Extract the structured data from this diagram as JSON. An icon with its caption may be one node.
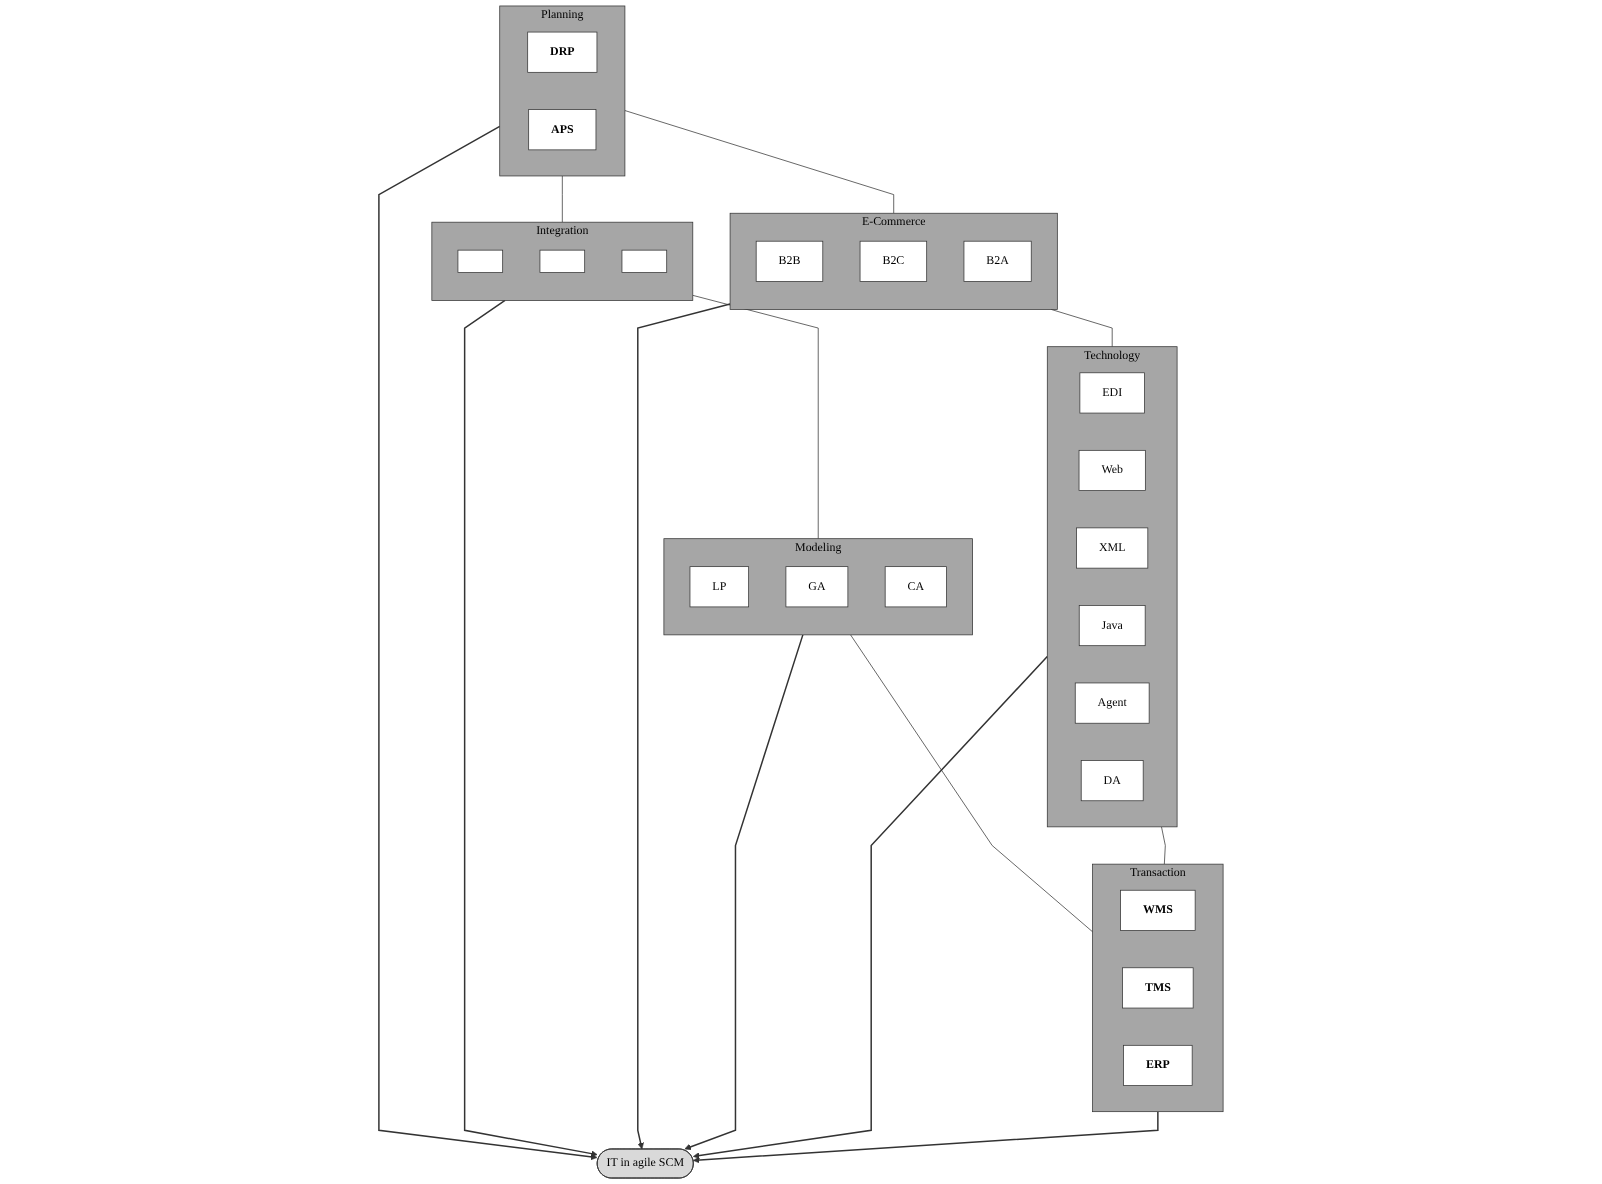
{
  "diagram": {
    "nodes": [
      {
        "text": [
          "Planning"
        ]
      },
      {
        "text": [
          "DRP"
        ],
        "in": 0
      },
      {
        "text": [
          "APS"
        ],
        "in": 0
      },
      {
        "text": [
          "Integration"
        ]
      },
      {
        "text": [],
        "shape": "box",
        "in": 3
      },
      {
        "text": [],
        "shape": "box",
        "in": 3
      },
      {
        "text": [],
        "shape": "box",
        "in": 3
      },
      {
        "text": [
          "E-Commerce"
        ]
      },
      {
        "text": [
          "B2B"
        ],
        "in": 7
      },
      {
        "text": [
          "B2C"
        ],
        "in": 7
      },
      {
        "text": [
          "B2A"
        ],
        "in": 7
      },
      {
        "text": [
          "IT in agile SCM"
        ]
      },
      {
        "text": [
          "Modeling"
        ]
      },
      {
        "text": [
          "LP"
        ],
        "in": 12
      },
      {
        "text": [
          "GA"
        ],
        "in": 12
      },
      {
        "text": [
          "CA"
        ],
        "in": 12
      },
      {
        "text": [
          "Technology"
        ]
      },
      {
        "text": [
          "EDI"
        ],
        "in": 16
      },
      {
        "text": [
          "Web"
        ],
        "in": 16
      },
      {
        "text": [
          "XML"
        ],
        "in": 16
      },
      {
        "text": [
          "Java"
        ],
        "in": 16
      },
      {
        "text": [
          "Agent"
        ],
        "in": 16
      },
      {
        "text": [
          "DA"
        ],
        "in": 16
      },
      {
        "text": [
          "Transaction"
        ]
      },
      {
        "text": [
          "WMS"
        ],
        "in": 23
      },
      {
        "text": [
          "TMS"
        ],
        "in": 23
      },
      {
        "text": [
          "ERP"
        ],
        "in": 23
      }
    ],
    "edges": [
      {
        "from": 0,
        "to": 11,
        "arrow": "to"
      },
      {
        "from": 3,
        "to": 11,
        "arrow": "to"
      },
      {
        "from": 7,
        "to": 11,
        "arrow": "to"
      },
      {
        "from": 12,
        "to": 11,
        "arrow": "to"
      },
      {
        "from": 16,
        "to": 11,
        "arrow": "to"
      },
      {
        "from": 23,
        "to": 11,
        "arrow": "to"
      },
      {
        "from": 0,
        "to": 3,
        "arrow": "none"
      },
      {
        "from": 0,
        "to": 7,
        "arrow": "none"
      },
      {
        "from": 3,
        "to": 12,
        "arrow": "none"
      },
      {
        "from": 7,
        "to": 16,
        "arrow": "none"
      },
      {
        "from": 12,
        "to": 23,
        "arrow": "none"
      },
      {
        "from": 16,
        "to": 23,
        "arrow": "none"
      }
    ]
  }
}
